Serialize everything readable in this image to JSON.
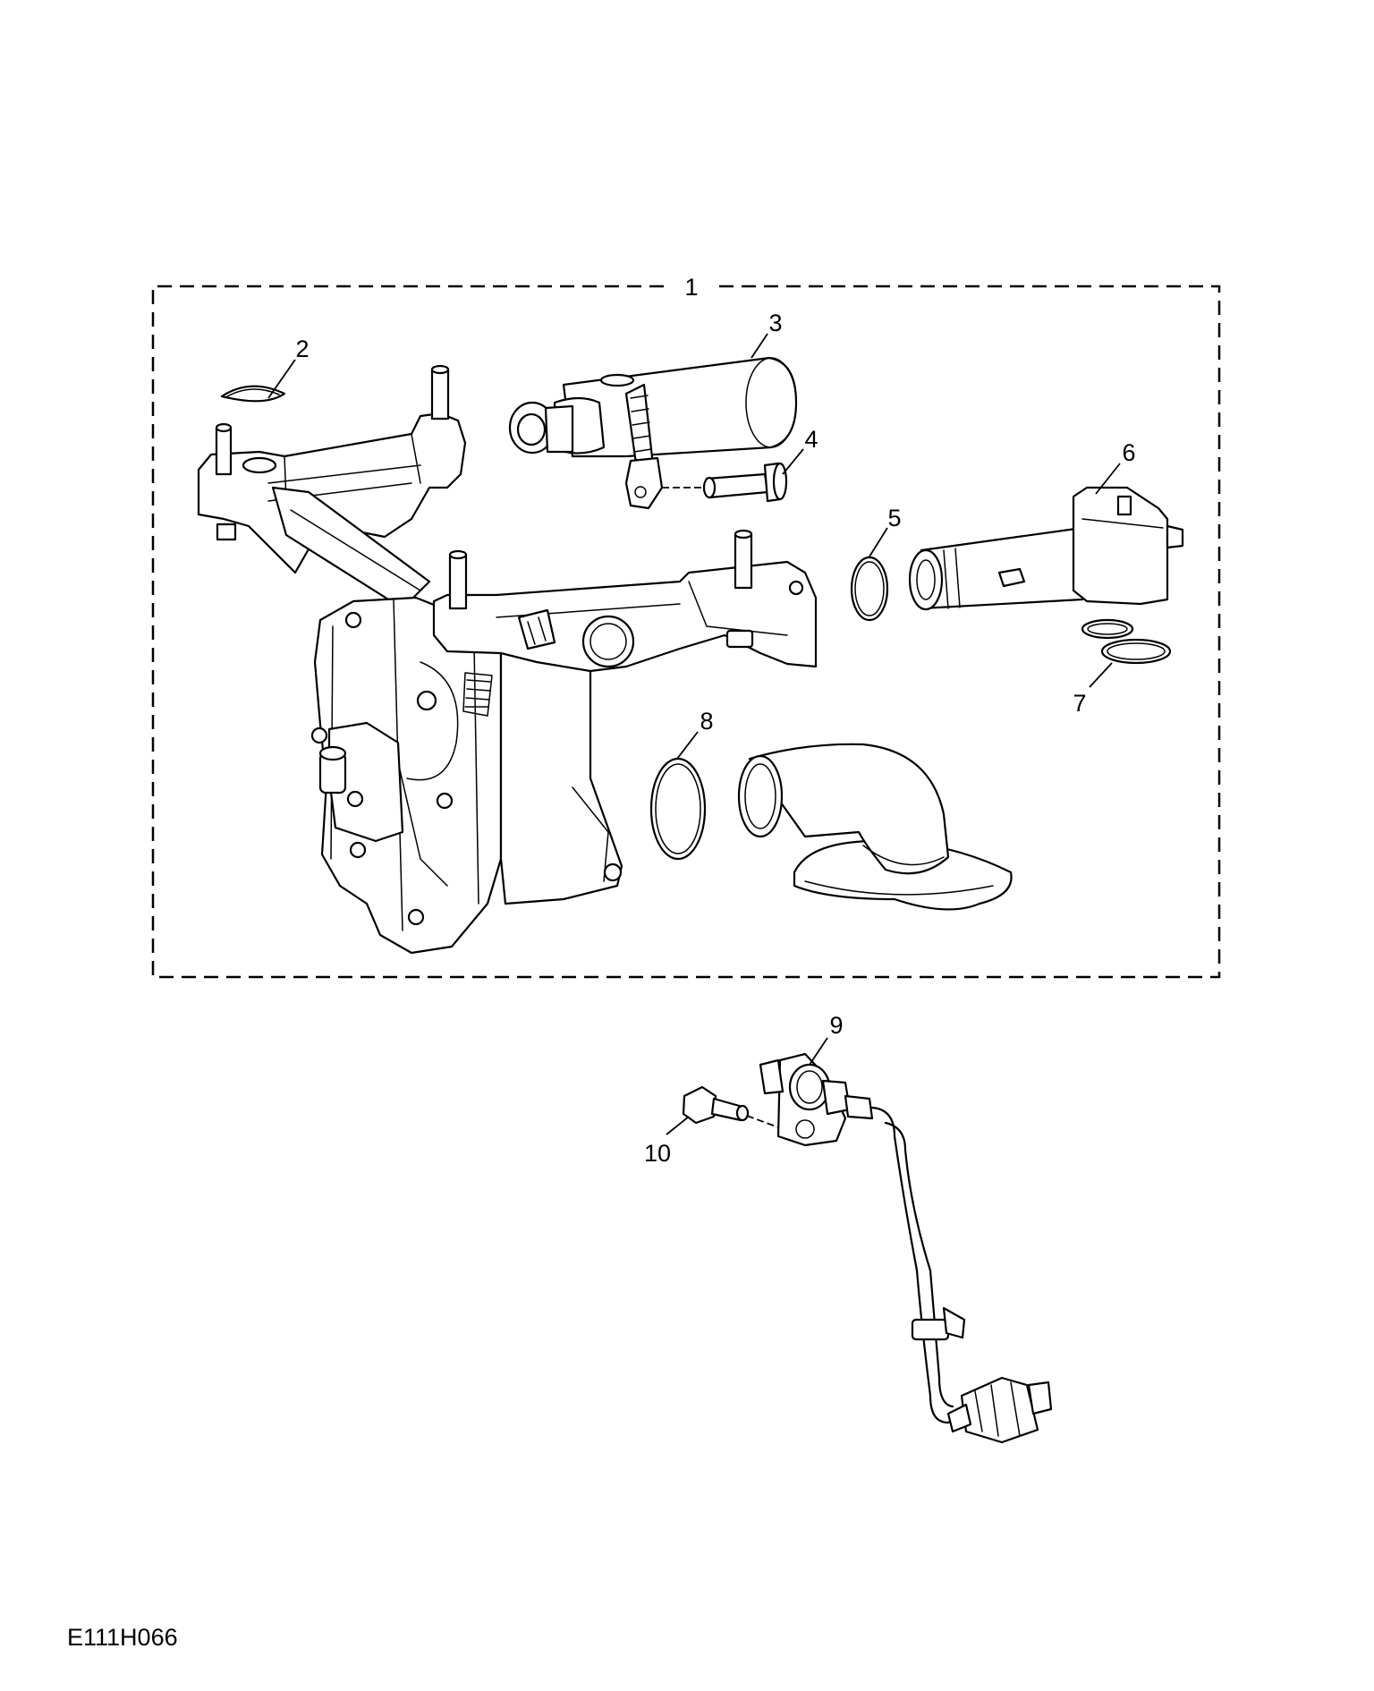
{
  "callouts": [
    "1",
    "2",
    "3",
    "4",
    "5",
    "6",
    "7",
    "8",
    "9",
    "10"
  ],
  "reference_code": "E111H066"
}
